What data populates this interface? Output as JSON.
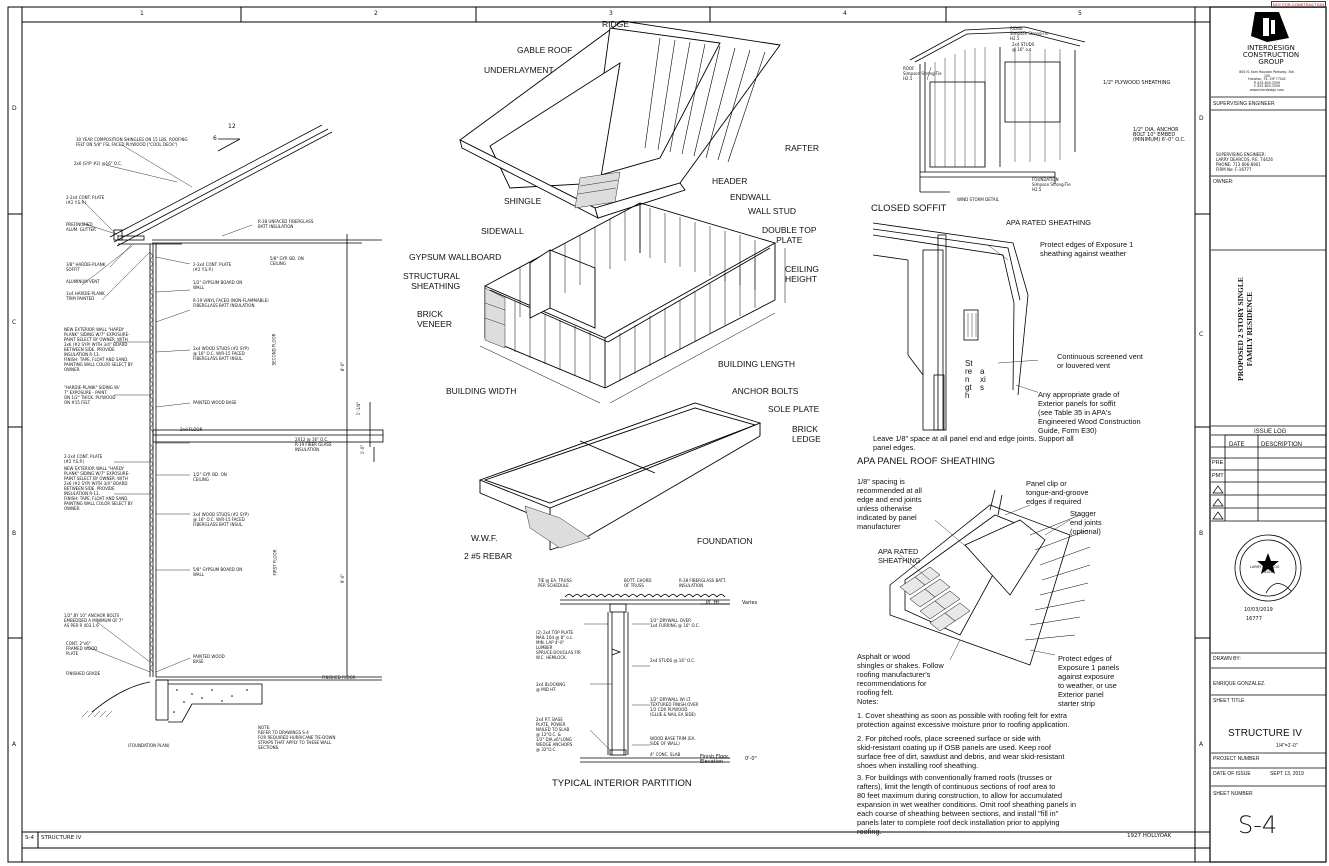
{
  "grid": {
    "columns": [
      "1",
      "2",
      "3",
      "4",
      "5"
    ],
    "rows": [
      "D",
      "C",
      "B",
      "A"
    ]
  },
  "wall_section": {
    "slope_num": "12",
    "slope_den": "6",
    "notes": [
      {
        "id": "shingles",
        "text": "30 YEAR COMPOSITION SHINGLES ON 15 LBS. ROOFING\nFELT ON 5/8\" FSL FACED PLYWOOD (\"COOL DECK\")"
      },
      {
        "id": "rafter",
        "text": "2x6 (SYP #2) @16\" O.C."
      },
      {
        "id": "plate2",
        "text": "2-2x4 CONT. PLATE\n(#2 Y.S.P.)"
      },
      {
        "id": "alum-gutter",
        "text": "PREFINISHED\nALUM. GUTTER"
      },
      {
        "id": "batt-r38",
        "text": "R-38 UNFACED FIBERGLASS\nBATT INSULATION"
      },
      {
        "id": "soffit",
        "text": "3/8\" HARDIE-PLANK\nSOFFIT"
      },
      {
        "id": "alum-vent",
        "text": "ALUMINUM VENT"
      },
      {
        "id": "trim",
        "text": "1x4 HARDIE-PLANK\nTRIM PAINTED"
      },
      {
        "id": "plate3",
        "text": "2-2x4 CONT. PLATE\n(#2 Y.S.P.)"
      },
      {
        "id": "gyp-ceiling",
        "text": "5/8\" GYP. BD. ON\nCEILING"
      },
      {
        "id": "gyp-wall",
        "text": "1/2\" GYPSUM BOARD ON\nWALL"
      },
      {
        "id": "r19",
        "text": "R-19 VINYL FACED (NON-FLAMMABLE)\nFIBERGLASS BATT INSULATION"
      },
      {
        "id": "ext-wall",
        "text": "NEW EXTERIOR WALL \"HARDY\nPLANK\" SIDING W/7\" EXPOSURE-\nPAINT SELECT BY OWNER. WITH\n2x6 (#2 SYP) WITH 3/4\" BOARD\nBETWEEN SIDE. PROVIDE\nINSULATION R-13.\nFINISH: TAPE, FLOAT AND SAND.\nPAINTING WALL COLOR SELECT BY\nOWNER."
      },
      {
        "id": "studs",
        "text": "2x4 WOOD STUDS (#2 SYP)\n@ 16\" O.C. W/R-15 FACED\nFIBERGLASS BATT INSUL."
      },
      {
        "id": "hardie",
        "text": "\"HARDIE-PLANK\" SIDING W/\n7\" EXPOSURE - PAINT.\nON 1/2\" THICK. PLYWOOD\nON #15 FELT"
      },
      {
        "id": "base",
        "text": "PAINTED WOOD BASE"
      },
      {
        "id": "floor2",
        "text": "2nd FLOOR"
      },
      {
        "id": "joists",
        "text": "2X12 @ 16\" O.C.\nR-19 FIBER GLASS\nINSULATION"
      },
      {
        "id": "plate4",
        "text": "2-2x4 CONT. PLATE\n(#2 Y.S.P.)"
      },
      {
        "id": "ext-wall2",
        "text": "NEW EXTERIOR WALL \"HARDY\nPLANK\" SIDING W/7\" EXPOSURE-\nPAINT SELECT BY OWNER. WITH\n2x6 (#2 SYP) WITH 3/4\" BOARD\nBETWEEN SIDE. PROVIDE\nINSULATION R-13.\nFINISH: TAPE, FLOAT AND SAND.\nPAINTING WALL COLOR SELECT BY\nOWNER."
      },
      {
        "id": "gyp-ceiling2",
        "text": "1/2\" GYP. BD. ON\nCEILING"
      },
      {
        "id": "studs2",
        "text": "2x4 WOOD STUDS (#2 SYP)\n@ 16\" O.C. W/R-15 FACED\nFIBERGLASS BATT INSUL."
      },
      {
        "id": "gyp-wall2",
        "text": "5/8\" GYPSUM BOARD ON\nWALL"
      },
      {
        "id": "anchor",
        "text": "1/2\" BY 10\" ANCHOR BOLTS\nEMBEDDED A MINIMUM OF 7\"\nAS PER R 403.1.6"
      },
      {
        "id": "plate-wood",
        "text": "CONT. 2\"x6\"\nFRAMED WOOD\nPLATE"
      },
      {
        "id": "grade",
        "text": "FINISHED GRADE"
      },
      {
        "id": "base2",
        "text": "PAINTED WOOD\nBASE"
      },
      {
        "id": "fin-floor",
        "text": "FINISHED FLOOR"
      },
      {
        "id": "found-plan",
        "text": "(FOUNDATION PLAN)"
      },
      {
        "id": "note",
        "text": "NOTE:\nREFER TO DRAWINGS S-4\nFOR REQUIRED HURRICANE TIE-DOWN\nSTRAPS THAT APPLY TO THESE WALL\nSECTIONS."
      }
    ],
    "dims": [
      "8'-0\"",
      "1'-1/4\"",
      "1'-0\"",
      "9'-0\""
    ],
    "floor_labels": [
      "SECOND FLOOR",
      "FIRST FLOOR"
    ]
  },
  "iso_labels": {
    "ridge": "RIDGE",
    "gable_roof": "GABLE ROOF",
    "underlayment": "UNDERLAYMENT",
    "rafter": "RAFTER",
    "shingle": "SHINGLE",
    "header": "HEADER",
    "endwall": "ENDWALL",
    "wall_stud": "WALL STUD",
    "double_top_plate": "DOUBLE TOP\nPLATE",
    "sidewall": "SIDEWALL",
    "gypsum": "GYPSUM WALLBOARD",
    "ceiling_height": "CEILING\nHEIGHT",
    "structural": "STRUCTURAL\nSHEATHING",
    "brick_veneer": "BRICK\nVENEER",
    "building_length": "BUILDING LENGTH",
    "building_width": "BUILDING WIDTH",
    "anchor_bolts": "ANCHOR BOLTS",
    "sole_plate": "SOLE PLATE",
    "brick_ledge": "BRICK\nLEDGE",
    "wwf": "W.W.F.",
    "foundation": "FOUNDATION",
    "rebar": "2 #5 REBAR"
  },
  "partition": {
    "title": "TYPICAL INTERIOR PARTITION",
    "notes": [
      {
        "id": "tie",
        "text": "TIE @ EA. TRUSS\nPER SCHEDULE"
      },
      {
        "id": "chord",
        "text": "BOTT. CHORD\nOF TRUSS"
      },
      {
        "id": "batt",
        "text": "R-38 FIBERGLASS BATT.\nINSULATION"
      },
      {
        "id": "top-plate",
        "text": "(2) 2x4 TOP PLATE\nNAIL 16d @ 8\" o.c.\nMIN. LAP 4'-0\"\nLUMBER\nSPRUCE-DOUGLAS FIR\nW.C. HEMLOCK"
      },
      {
        "id": "drywall",
        "text": "1/2\" DRYWALL OVER\n1x4 FURRING @ 16\" O.C."
      },
      {
        "id": "studs",
        "text": "2x4 STUDS @ 16\" O.C."
      },
      {
        "id": "blocking",
        "text": "2x4 BLOCKING\n@ MID HT."
      },
      {
        "id": "drywall2",
        "text": "1/2\" DRYWALL W/ LT.\nTEXTURED FINISH OVER\n1/2 CDX PLYWOOD\n(GLUE & NAIL EA SIDE)"
      },
      {
        "id": "base-plate",
        "text": "2x4 P.T. BASE\nPLATE, POWER\nNAILED TO SLAB\n@ 12\"O.C. &\n1/2\" DIA.x6\"LONG\nWEDGE ANCHORS\n@ 32\"O.C."
      },
      {
        "id": "trim",
        "text": "WOOD BASE TRIM (EA.\nSIDE OF WALL)"
      },
      {
        "id": "slab",
        "text": "4\" CONC. SLAB"
      }
    ],
    "pl_ht": "Pl. Ht.",
    "varies": "Varies",
    "finish_floor": "Finish Floor\nElevation",
    "finish_floor_val": "0'-0\""
  },
  "storm": {
    "ridge": "RIDGE\nSimpson Strong-Tie\nH2.5",
    "roof": "ROOF\nSimpson Strong-Tie\nH2.5",
    "studs": "2x4 STUDS\n@ 16\" o.c.",
    "sheathing": "1/2\" PLYWOOD SHEATHING",
    "anchor": "1/2\" DIA. ANCHOR\nBOLT 10\" EMBED\n(MINIMUM) 6'-0\" O.C.",
    "foundation": "FOUNDATION\nSimpson Strong-Tie\nH2.5",
    "title": "WIND STORM DETAIL"
  },
  "soffit": {
    "title": "CLOSED SOFFIT",
    "apa": "APA RATED SHEATHING",
    "protect": "Protect edges of Exposure 1\nsheathing against weather",
    "vent": "Continuous screened vent\nor louvered vent",
    "grade": "Any appropriate grade of\nExterior panels for soffit\n(see Table 35 in APA's\nEngineered Wood Construction\nGuide, Form E30)",
    "strength": "Strength",
    "axis": "axis",
    "leave": "Leave 1/8\" space at all panel end and edge joints. Support all\npanel edges."
  },
  "roof_sheathing": {
    "title": "APA PANEL ROOF SHEATHING",
    "spacing": "1/8\" spacing is\nrecommended at all\nedge and end joints\nunless otherwise\nindicated by panel\nmanufacturer",
    "clip": "Panel clip or\ntongue-and-groove\nedges if required",
    "stagger": "Stagger\nend joints\n(optional)",
    "apa": "APA RATED\nSHEATHING",
    "asphalt": "Asphalt or wood\nshingles or shakes. Follow\nroofing manufacturer's\nrecommendations for\nroofing felt.",
    "protect": "Protect edges of\nExposure 1 panels\nagainst exposure\nto weather, or use\nExterior panel\nstarter strip",
    "notes_label": "Notes:",
    "notes": [
      "1. Cover sheathing as soon as possible with roofing felt for extra\nprotection against excessive moisture prior to roofing application.",
      "2. For pitched roofs, place screened surface or side with\nskid-resistant coating up if OSB panels are used. Keep roof\nsurface free of dirt, sawdust and debris, and wear skid-resistant\nshoes when installing roof sheathing.",
      "3. For buildings with conventionally framed roofs (trusses or\nrafters), limit the length of continuous sections of roof area to\n80 feet maximum during construction, to allow for accumulated\nexpansion in wet weather conditions. Omit roof sheathing panels in\neach course of sheathing between sections, and install \"fill in\"\npanels later to complete roof deck installation prior to applying\nroofing."
    ]
  },
  "title_block": {
    "firm": "INTERDESIGN\nCONSTRUCTION\nGROUP",
    "address": "800 N. Sam Houston Parkway, Ste.\n100\nHouston, TX. ZIP 77042\nP. 832-803-3359\nF. 832-803-3359\nwww.interdesign.com",
    "supervising": "SUPERVISING ENGINEER",
    "engineer": "SUPERVISING ENGINEER:\nLARRY DEARCOS, P.E. 74426\nPHONE: 713 666-8901\nFIRM No: F-16777",
    "owner": "OWNER:",
    "project": "PROPOSED 2 STORY SINGLE\nFAMILY RESIDENCE",
    "issue_log": "ISSUE LOG",
    "date_col": "DATE",
    "desc_col": "DESCRIPTION",
    "issue_rows": [
      "PRE",
      "PMT",
      "",
      "",
      ""
    ],
    "seal_name": "LARRY DEARCOS",
    "seal_num": "74426",
    "seal_date": "10/03/2019",
    "seal_firm": "16777",
    "drawn_by": "DRAWN BY:",
    "drawer": "ENRIQUE GONZALEZ.",
    "sheet_title_lbl": "SHEET TITLE",
    "sheet_title": "STRUCTURE IV",
    "scale": "1/4\"=1'-0\"",
    "project_number": "PROJECT NUMBER",
    "date_issue_lbl": "DATE OF ISSUE",
    "date_issue": "SEPT 13, 2019",
    "sheet_number_lbl": "SHEET NUMBER",
    "sheet_number": "S-4"
  },
  "footer": {
    "sheet": "S-4",
    "title": "STRUCTURE IV",
    "address": "1927 HOLLYOAK"
  },
  "stamp": "NOT FOR\nCONSTRUCTION"
}
